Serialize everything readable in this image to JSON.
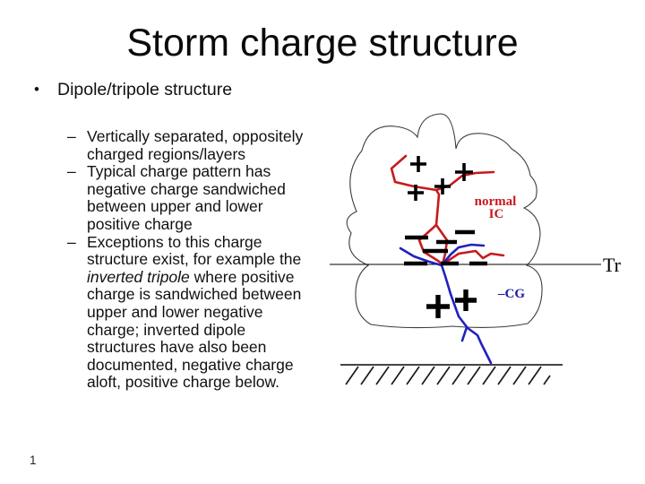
{
  "slide": {
    "title": "Storm charge structure",
    "page_number": "1"
  },
  "bullets": {
    "level1_marker": "•",
    "level1": "Dipole/tripole structure",
    "sub_items": [
      {
        "marker": "–",
        "text": "Vertically separated, oppositely\ncharged regions/layers"
      },
      {
        "marker": "–",
        "text": "Typical charge pattern has\nnegative charge sandwiched\nbetween upper and lower\npositive charge"
      },
      {
        "marker": "–",
        "pre": "Exceptions to this charge\nstructure exist, for example the\n",
        "italic": "inverted tripole",
        "post": " where positive\ncharge is sandwiched between\nupper and lower negative\ncharge; inverted dipole\nstructures have also been\ndocumented, negative charge\naloft, positive charge below."
      }
    ]
  },
  "diagram": {
    "labels": {
      "normal_ic_line1": "normal",
      "normal_ic_line2": "IC",
      "cg": "–CG",
      "tr": "Tr"
    },
    "charges": {
      "upper_positive_count": 4,
      "negative_count": 7,
      "lower_positive_count": 2
    },
    "colors": {
      "ic_channel_red": "#c8191c",
      "cg_channel_blue": "#2020c0",
      "cg_label_blue": "#1b1ba6",
      "cloud_outline": "#3d3d3d",
      "charge_symbols": "#000000"
    }
  }
}
